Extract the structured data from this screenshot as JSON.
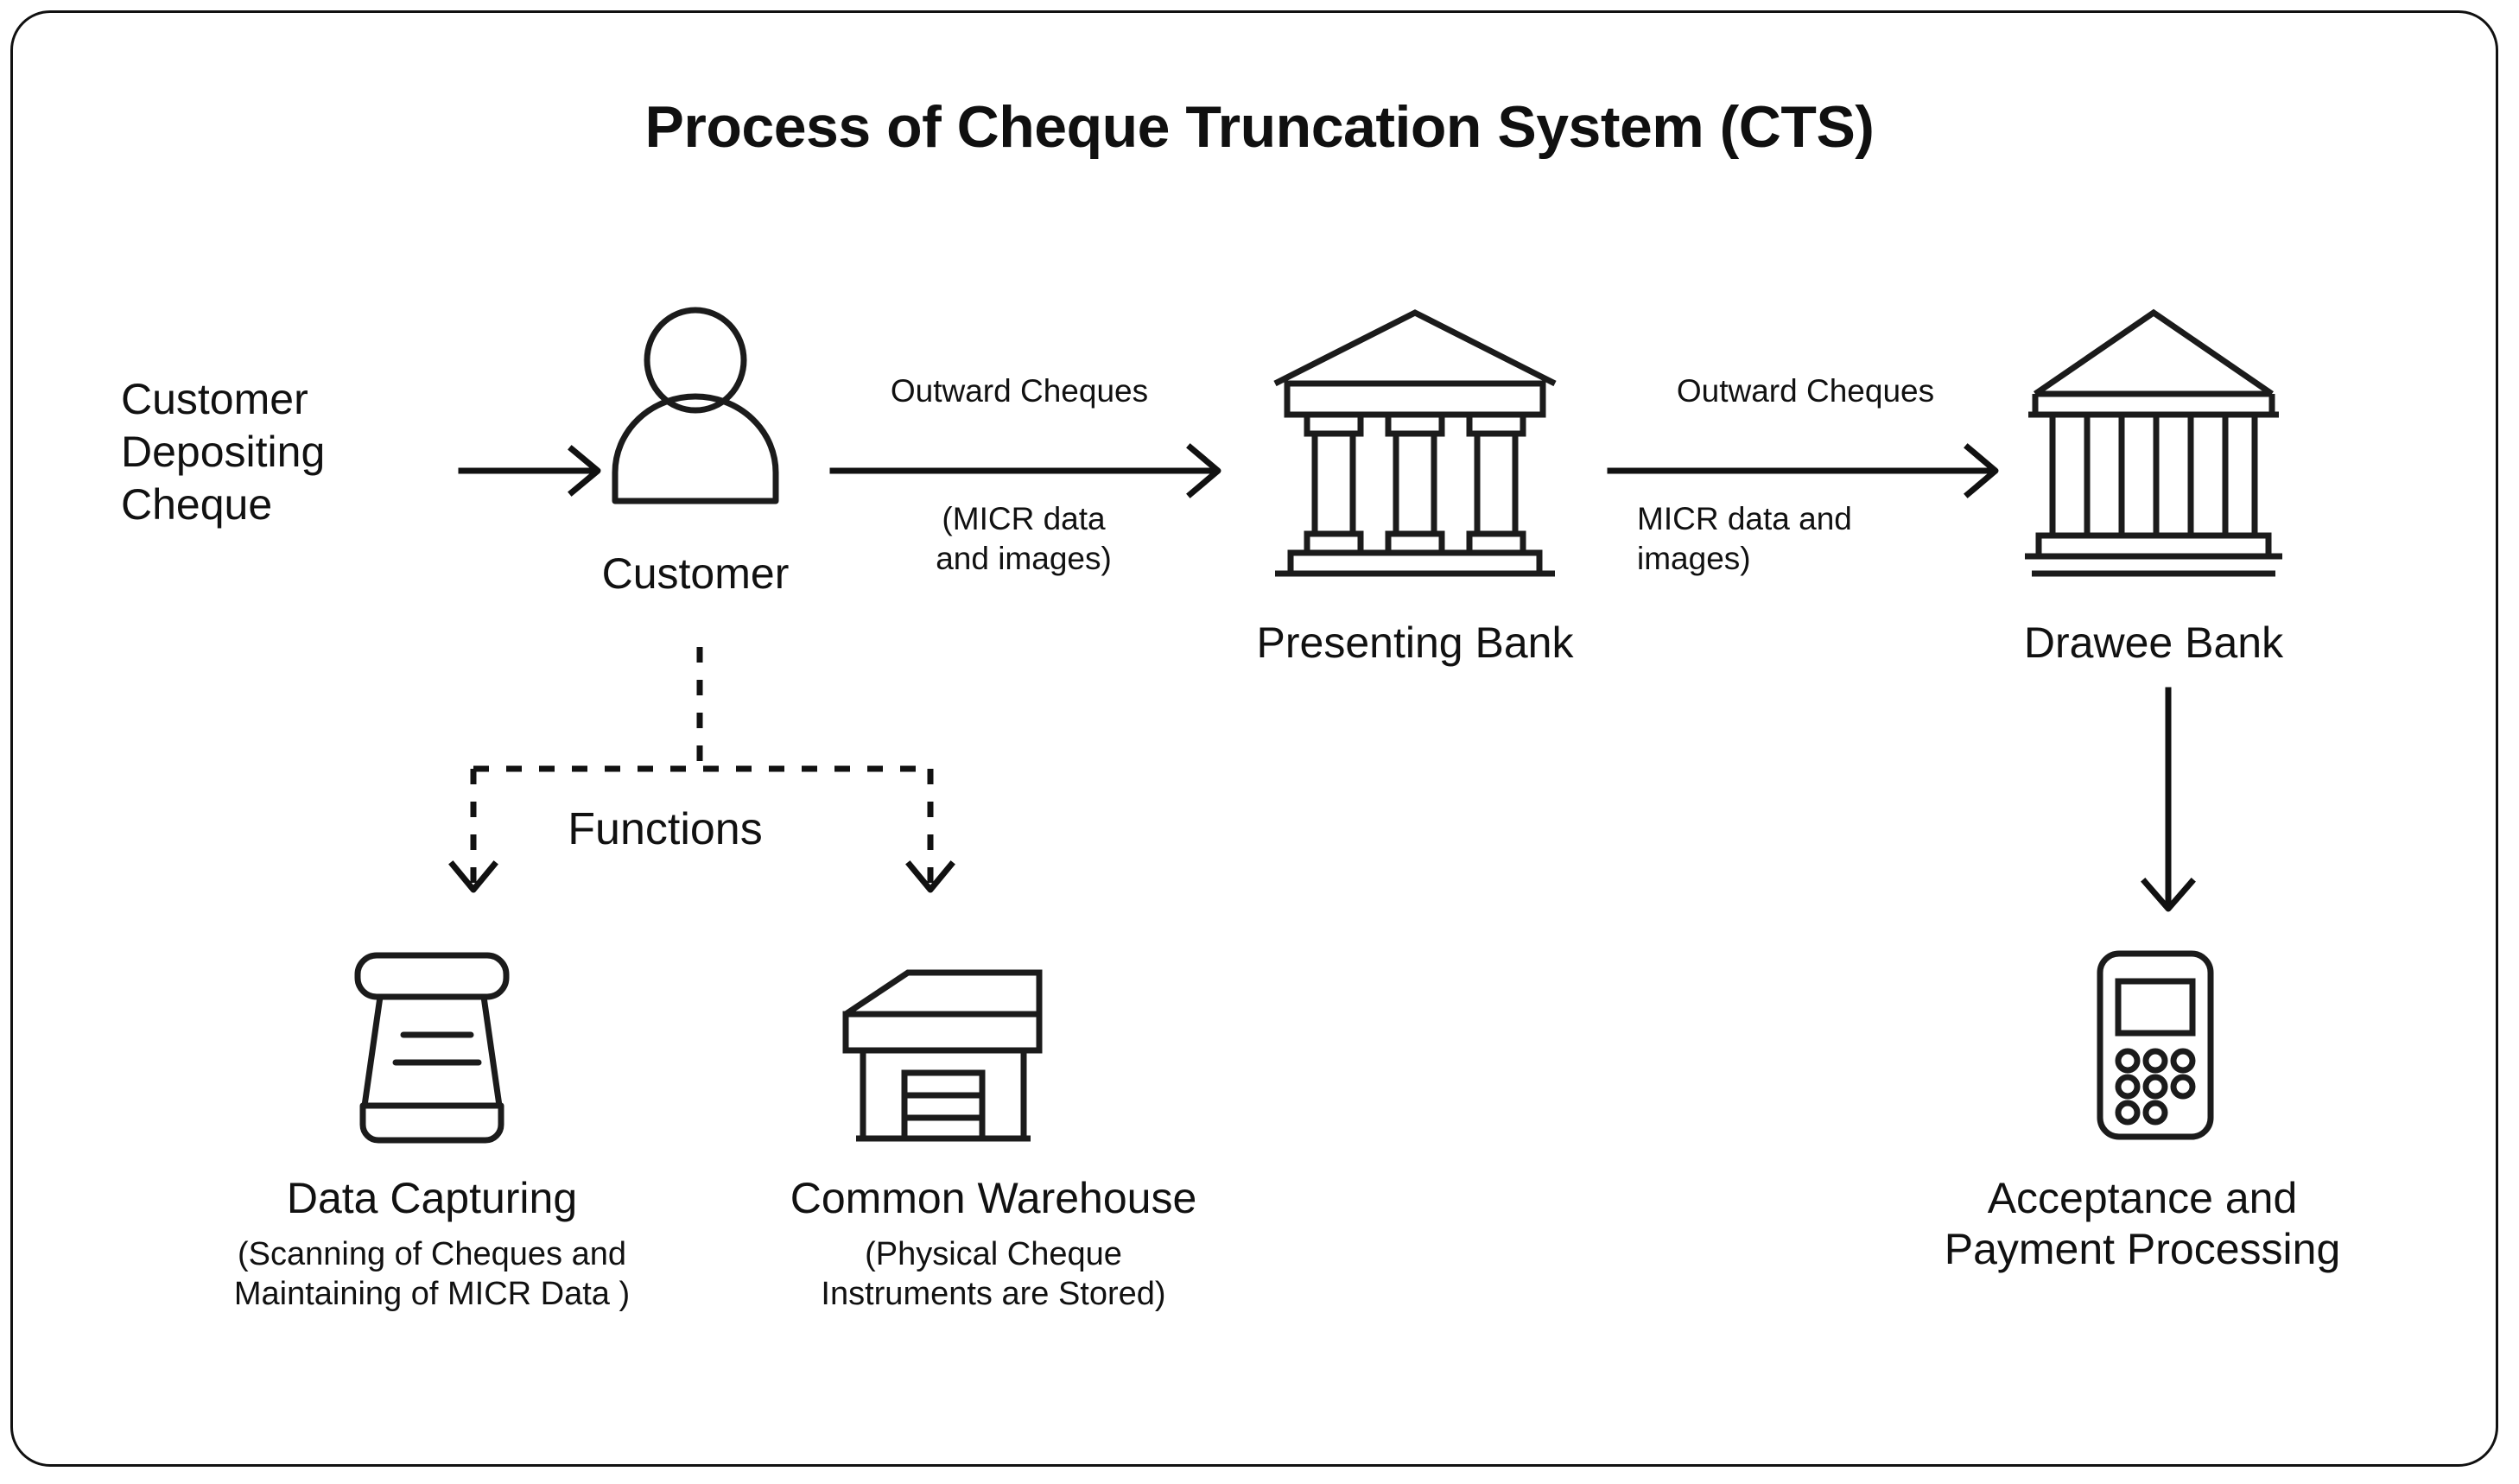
{
  "diagram": {
    "title": "Process of Cheque Truncation System (CTS)",
    "border_color": "#111111",
    "stroke_color": "#1b1b1b",
    "background": "#ffffff"
  },
  "nodes": {
    "customer_deposit": {
      "text": "Customer\nDepositing\nCheque",
      "icon": "none"
    },
    "customer": {
      "label": "Customer",
      "icon": "person-icon"
    },
    "presenting_bank": {
      "label": "Presenting Bank",
      "icon": "bank-building-icon"
    },
    "drawee_bank": {
      "label": "Drawee Bank",
      "icon": "bank-building-icon"
    },
    "data_capturing": {
      "label": "Data Capturing",
      "sub": "(Scanning of Cheques and\nMaintaining of MICR Data )",
      "icon": "scanner-icon"
    },
    "common_warehouse": {
      "label": "Common Warehouse",
      "sub": "(Physical Cheque\nInstruments are Stored)",
      "icon": "warehouse-icon"
    },
    "acceptance_payment": {
      "label": "Acceptance and\nPayment Processing",
      "icon": "payment-terminal-icon"
    }
  },
  "edges": {
    "deposit_to_customer": {
      "label": "",
      "style": "solid-arrow"
    },
    "customer_to_presenting": {
      "label_top": "Outward Cheques",
      "label_bottom": "(MICR data\nand images)",
      "style": "solid-arrow"
    },
    "presenting_to_drawee": {
      "label_top": "Outward Cheques",
      "label_bottom": "MICR data and\nimages)",
      "style": "solid-arrow"
    },
    "drawee_to_acceptance": {
      "label": "",
      "style": "solid-arrow-down"
    },
    "customer_to_functions": {
      "label": "Functions",
      "style": "dashed-branch",
      "targets": [
        "data_capturing",
        "common_warehouse"
      ]
    }
  }
}
